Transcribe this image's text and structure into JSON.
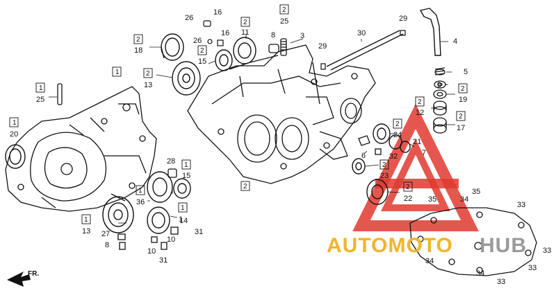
{
  "diagram": {
    "labels": {
      "p25a_box": "2",
      "p25a": "25",
      "p26a": "26",
      "p16a": "16",
      "p26b": "26",
      "p16b": "16",
      "p11_box": "2",
      "p11": "11",
      "p8": "8",
      "p3": "3",
      "p30": "30",
      "p29a": "29",
      "p29b": "29",
      "p4": "4",
      "p5": "5",
      "p18_box": "2",
      "p18": "18",
      "p15a_box": "2",
      "p15a": "15",
      "p13a_box": "2",
      "p13a": "13",
      "p1a": "1",
      "p25b_box": "1",
      "p25b": "25",
      "p20_box": "1",
      "p20": "20",
      "p9": "9",
      "p19_box": "2",
      "p19": "19",
      "p12_box": "2",
      "p12": "12",
      "p17_box": "2",
      "p17": "17",
      "p24_box": "2",
      "p24": "24",
      "p21": "21",
      "p7": "7",
      "p6": "6",
      "p32": "32",
      "p23_box": "2",
      "p23": "23",
      "p2": "2",
      "p22_box": "2",
      "p22": "22",
      "p28": "28",
      "p15b_box": "1",
      "p15b": "15",
      "p36_box": "1",
      "p36": "36",
      "p13b_box": "1",
      "p13b": "13",
      "p27": "27",
      "p8b": "8",
      "p1b_box": "1",
      "p1b": "1",
      "p14": "14",
      "p31a": "31",
      "p10a": "10",
      "p10b": "10",
      "p31b": "31",
      "p35a": "35",
      "p34a": "34",
      "p35b": "35",
      "p33a": "33",
      "p33b": "33",
      "p33c": "33",
      "p34b": "34",
      "p34c": "34",
      "p33d": "33",
      "fr": "FR."
    },
    "watermark": {
      "part1": "AUTOMOTO",
      "part2": "HUB",
      "part1_color": "#f2b429",
      "part2_color": "#9a9a9a",
      "triangle_color": "#e03a2f"
    }
  }
}
